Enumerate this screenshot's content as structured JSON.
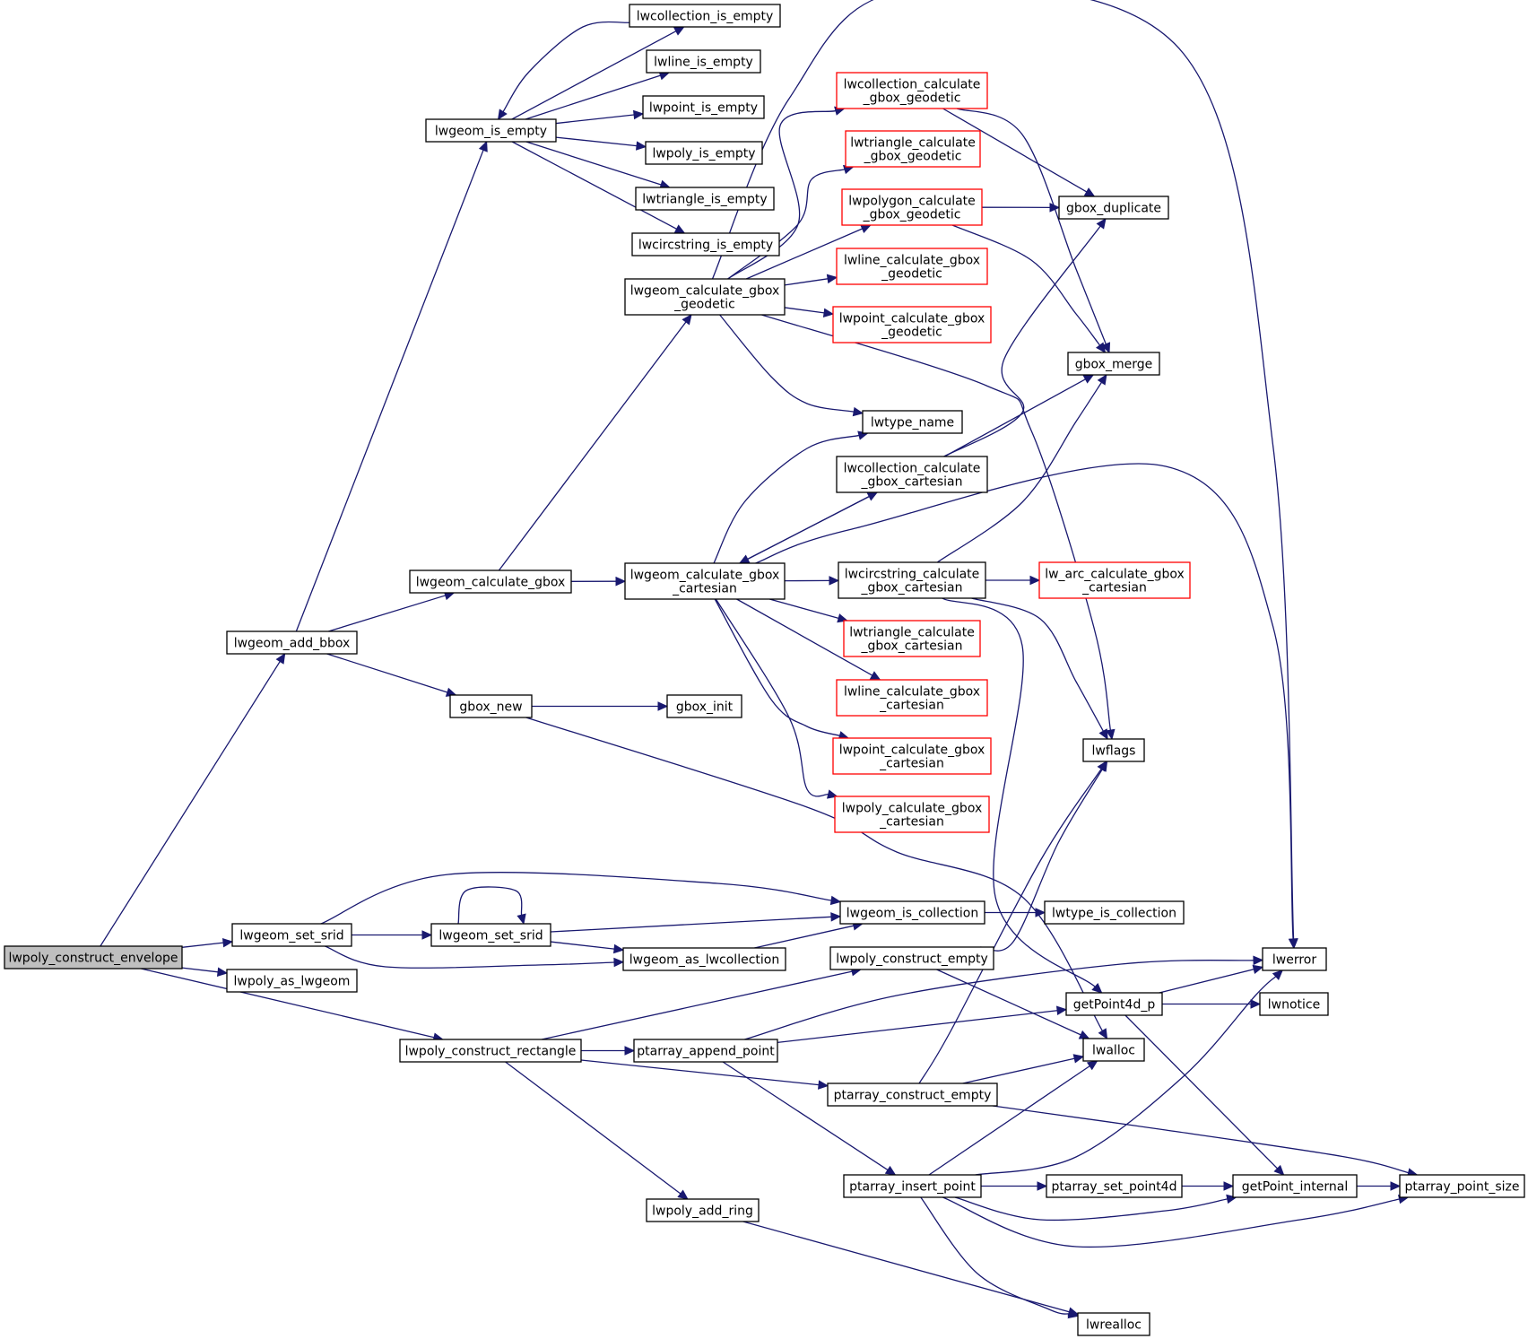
{
  "colors": {
    "edge": "#191970",
    "node_border": "#000000",
    "node_border_truncated": "#ff0000",
    "root_fill": "#bfbfbf"
  },
  "nodes": [
    {
      "id": "lwpoly_construct_envelope",
      "lines": [
        "lwpoly_construct_envelope"
      ],
      "style": "root"
    },
    {
      "id": "lwgeom_add_bbox",
      "lines": [
        "lwgeom_add_bbox"
      ]
    },
    {
      "id": "lwgeom_set_srid_a",
      "lines": [
        "lwgeom_set_srid"
      ]
    },
    {
      "id": "lwpoly_as_lwgeom",
      "lines": [
        "lwpoly_as_lwgeom"
      ]
    },
    {
      "id": "lwpoly_construct_rectangle",
      "lines": [
        "lwpoly_construct_rectangle"
      ]
    },
    {
      "id": "lwgeom_is_empty",
      "lines": [
        "lwgeom_is_empty"
      ]
    },
    {
      "id": "lwgeom_calculate_gbox",
      "lines": [
        "lwgeom_calculate_gbox"
      ]
    },
    {
      "id": "gbox_new",
      "lines": [
        "gbox_new"
      ]
    },
    {
      "id": "lwgeom_set_srid_b",
      "lines": [
        "lwgeom_set_srid"
      ]
    },
    {
      "id": "lwpoly_add_ring",
      "lines": [
        "lwpoly_add_ring"
      ]
    },
    {
      "id": "lwcollection_is_empty",
      "lines": [
        "lwcollection_is_empty"
      ]
    },
    {
      "id": "lwline_is_empty",
      "lines": [
        "lwline_is_empty"
      ]
    },
    {
      "id": "lwpoint_is_empty",
      "lines": [
        "lwpoint_is_empty"
      ]
    },
    {
      "id": "lwpoly_is_empty",
      "lines": [
        "lwpoly_is_empty"
      ]
    },
    {
      "id": "lwtriangle_is_empty",
      "lines": [
        "lwtriangle_is_empty"
      ]
    },
    {
      "id": "lwcircstring_is_empty",
      "lines": [
        "lwcircstring_is_empty"
      ]
    },
    {
      "id": "lwgeom_calculate_gbox_geodetic",
      "lines": [
        "lwgeom_calculate_gbox",
        "_geodetic"
      ]
    },
    {
      "id": "lwgeom_calculate_gbox_cartesian",
      "lines": [
        "lwgeom_calculate_gbox",
        "_cartesian"
      ]
    },
    {
      "id": "gbox_init",
      "lines": [
        "gbox_init"
      ]
    },
    {
      "id": "lwgeom_as_lwcollection",
      "lines": [
        "lwgeom_as_lwcollection"
      ]
    },
    {
      "id": "ptarray_append_point",
      "lines": [
        "ptarray_append_point"
      ]
    },
    {
      "id": "lwcollection_calculate_gbox_geodetic",
      "lines": [
        "lwcollection_calculate",
        "_gbox_geodetic"
      ],
      "style": "red"
    },
    {
      "id": "lwtriangle_calculate_gbox_geodetic",
      "lines": [
        "lwtriangle_calculate",
        "_gbox_geodetic"
      ],
      "style": "red"
    },
    {
      "id": "lwpolygon_calculate_gbox_geodetic",
      "lines": [
        "lwpolygon_calculate",
        "_gbox_geodetic"
      ],
      "style": "red"
    },
    {
      "id": "lwline_calculate_gbox_geodetic",
      "lines": [
        "lwline_calculate_gbox",
        "_geodetic"
      ],
      "style": "red"
    },
    {
      "id": "lwpoint_calculate_gbox_geodetic",
      "lines": [
        "lwpoint_calculate_gbox",
        "_geodetic"
      ],
      "style": "red"
    },
    {
      "id": "lwtype_name",
      "lines": [
        "lwtype_name"
      ]
    },
    {
      "id": "lwcollection_calculate_gbox_cartesian",
      "lines": [
        "lwcollection_calculate",
        "_gbox_cartesian"
      ]
    },
    {
      "id": "lwcircstring_calculate_gbox_cartesian",
      "lines": [
        "lwcircstring_calculate",
        "_gbox_cartesian"
      ]
    },
    {
      "id": "lwtriangle_calculate_gbox_cartesian",
      "lines": [
        "lwtriangle_calculate",
        "_gbox_cartesian"
      ],
      "style": "red"
    },
    {
      "id": "lwline_calculate_gbox_cartesian",
      "lines": [
        "lwline_calculate_gbox",
        "_cartesian"
      ],
      "style": "red"
    },
    {
      "id": "lwpoint_calculate_gbox_cartesian",
      "lines": [
        "lwpoint_calculate_gbox",
        "_cartesian"
      ],
      "style": "red"
    },
    {
      "id": "lwpoly_calculate_gbox_cartesian",
      "lines": [
        "lwpoly_calculate_gbox",
        "_cartesian"
      ],
      "style": "red"
    },
    {
      "id": "lwgeom_is_collection",
      "lines": [
        "lwgeom_is_collection"
      ]
    },
    {
      "id": "lwpoly_construct_empty",
      "lines": [
        "lwpoly_construct_empty"
      ]
    },
    {
      "id": "ptarray_construct_empty",
      "lines": [
        "ptarray_construct_empty"
      ]
    },
    {
      "id": "ptarray_insert_point",
      "lines": [
        "ptarray_insert_point"
      ]
    },
    {
      "id": "gbox_duplicate",
      "lines": [
        "gbox_duplicate"
      ]
    },
    {
      "id": "gbox_merge",
      "lines": [
        "gbox_merge"
      ]
    },
    {
      "id": "lw_arc_calculate_gbox_cartesian",
      "lines": [
        "lw_arc_calculate_gbox",
        "_cartesian"
      ],
      "style": "red"
    },
    {
      "id": "lwflags",
      "lines": [
        "lwflags"
      ]
    },
    {
      "id": "lwtype_is_collection",
      "lines": [
        "lwtype_is_collection"
      ]
    },
    {
      "id": "getPoint4d_p",
      "lines": [
        "getPoint4d_p"
      ]
    },
    {
      "id": "lwalloc",
      "lines": [
        "lwalloc"
      ]
    },
    {
      "id": "ptarray_set_point4d",
      "lines": [
        "ptarray_set_point4d"
      ]
    },
    {
      "id": "lwrealloc",
      "lines": [
        "lwrealloc"
      ]
    },
    {
      "id": "lwerror",
      "lines": [
        "lwerror"
      ]
    },
    {
      "id": "lwnotice",
      "lines": [
        "lwnotice"
      ]
    },
    {
      "id": "getPoint_internal",
      "lines": [
        "getPoint_internal"
      ]
    },
    {
      "id": "ptarray_point_size",
      "lines": [
        "ptarray_point_size"
      ]
    }
  ],
  "edges": [
    [
      "lwpoly_construct_envelope",
      "lwgeom_add_bbox"
    ],
    [
      "lwpoly_construct_envelope",
      "lwgeom_set_srid_a"
    ],
    [
      "lwpoly_construct_envelope",
      "lwpoly_as_lwgeom"
    ],
    [
      "lwpoly_construct_envelope",
      "lwpoly_construct_rectangle"
    ],
    [
      "lwgeom_add_bbox",
      "lwgeom_is_empty"
    ],
    [
      "lwgeom_add_bbox",
      "lwgeom_calculate_gbox"
    ],
    [
      "lwgeom_add_bbox",
      "gbox_new"
    ],
    [
      "lwgeom_is_empty",
      "lwcollection_is_empty"
    ],
    [
      "lwgeom_is_empty",
      "lwline_is_empty"
    ],
    [
      "lwgeom_is_empty",
      "lwpoint_is_empty"
    ],
    [
      "lwgeom_is_empty",
      "lwpoly_is_empty"
    ],
    [
      "lwgeom_is_empty",
      "lwtriangle_is_empty"
    ],
    [
      "lwgeom_is_empty",
      "lwcircstring_is_empty"
    ],
    [
      "lwcollection_is_empty",
      "lwgeom_is_empty"
    ],
    [
      "lwgeom_calculate_gbox",
      "lwgeom_calculate_gbox_geodetic"
    ],
    [
      "lwgeom_calculate_gbox",
      "lwgeom_calculate_gbox_cartesian"
    ],
    [
      "gbox_new",
      "gbox_init"
    ],
    [
      "gbox_new",
      "lwalloc"
    ],
    [
      "lwgeom_set_srid_a",
      "lwgeom_set_srid_b"
    ],
    [
      "lwgeom_set_srid_a",
      "lwgeom_is_collection"
    ],
    [
      "lwgeom_set_srid_a",
      "lwgeom_as_lwcollection"
    ],
    [
      "lwgeom_set_srid_b",
      "lwgeom_set_srid_b"
    ],
    [
      "lwgeom_set_srid_b",
      "lwgeom_is_collection"
    ],
    [
      "lwgeom_set_srid_b",
      "lwgeom_as_lwcollection"
    ],
    [
      "lwgeom_as_lwcollection",
      "lwgeom_is_collection"
    ],
    [
      "lwpoly_construct_rectangle",
      "lwpoly_construct_empty"
    ],
    [
      "lwpoly_construct_rectangle",
      "ptarray_append_point"
    ],
    [
      "lwpoly_construct_rectangle",
      "ptarray_construct_empty"
    ],
    [
      "lwpoly_construct_rectangle",
      "lwpoly_add_ring"
    ],
    [
      "lwgeom_calculate_gbox_geodetic",
      "lwcollection_calculate_gbox_geodetic"
    ],
    [
      "lwgeom_calculate_gbox_geodetic",
      "lwtriangle_calculate_gbox_geodetic"
    ],
    [
      "lwgeom_calculate_gbox_geodetic",
      "lwpolygon_calculate_gbox_geodetic"
    ],
    [
      "lwgeom_calculate_gbox_geodetic",
      "lwline_calculate_gbox_geodetic"
    ],
    [
      "lwgeom_calculate_gbox_geodetic",
      "lwpoint_calculate_gbox_geodetic"
    ],
    [
      "lwgeom_calculate_gbox_geodetic",
      "lwtype_name"
    ],
    [
      "lwgeom_calculate_gbox_geodetic",
      "lwerror"
    ],
    [
      "lwgeom_calculate_gbox_geodetic",
      "lwflags"
    ],
    [
      "lwgeom_calculate_gbox_cartesian",
      "lwtype_name"
    ],
    [
      "lwgeom_calculate_gbox_cartesian",
      "lwcollection_calculate_gbox_cartesian"
    ],
    [
      "lwgeom_calculate_gbox_cartesian",
      "lwcircstring_calculate_gbox_cartesian"
    ],
    [
      "lwgeom_calculate_gbox_cartesian",
      "lwtriangle_calculate_gbox_cartesian"
    ],
    [
      "lwgeom_calculate_gbox_cartesian",
      "lwline_calculate_gbox_cartesian"
    ],
    [
      "lwgeom_calculate_gbox_cartesian",
      "lwpoint_calculate_gbox_cartesian"
    ],
    [
      "lwgeom_calculate_gbox_cartesian",
      "lwpoly_calculate_gbox_cartesian"
    ],
    [
      "lwgeom_calculate_gbox_cartesian",
      "lwerror"
    ],
    [
      "lwcollection_calculate_gbox_cartesian",
      "lwgeom_calculate_gbox_cartesian"
    ],
    [
      "lwcollection_calculate_gbox_cartesian",
      "gbox_duplicate"
    ],
    [
      "lwcollection_calculate_gbox_cartesian",
      "gbox_merge"
    ],
    [
      "lwcollection_calculate_gbox_geodetic",
      "gbox_duplicate"
    ],
    [
      "lwcollection_calculate_gbox_geodetic",
      "gbox_merge"
    ],
    [
      "lwpolygon_calculate_gbox_geodetic",
      "gbox_duplicate"
    ],
    [
      "lwpolygon_calculate_gbox_geodetic",
      "gbox_merge"
    ],
    [
      "lwcircstring_calculate_gbox_cartesian",
      "lw_arc_calculate_gbox_cartesian"
    ],
    [
      "lwcircstring_calculate_gbox_cartesian",
      "gbox_merge"
    ],
    [
      "lwcircstring_calculate_gbox_cartesian",
      "lwflags"
    ],
    [
      "lwcircstring_calculate_gbox_cartesian",
      "getPoint4d_p"
    ],
    [
      "lwgeom_is_collection",
      "lwtype_is_collection"
    ],
    [
      "lwpoly_construct_empty",
      "lwflags"
    ],
    [
      "lwpoly_construct_empty",
      "lwalloc"
    ],
    [
      "ptarray_append_point",
      "lwerror"
    ],
    [
      "ptarray_append_point",
      "getPoint4d_p"
    ],
    [
      "ptarray_append_point",
      "ptarray_insert_point"
    ],
    [
      "ptarray_construct_empty",
      "lwalloc"
    ],
    [
      "ptarray_construct_empty",
      "lwflags"
    ],
    [
      "ptarray_construct_empty",
      "ptarray_point_size"
    ],
    [
      "ptarray_insert_point",
      "lwerror"
    ],
    [
      "ptarray_insert_point",
      "lwalloc"
    ],
    [
      "ptarray_insert_point",
      "ptarray_set_point4d"
    ],
    [
      "ptarray_insert_point",
      "getPoint_internal"
    ],
    [
      "ptarray_insert_point",
      "ptarray_point_size"
    ],
    [
      "ptarray_insert_point",
      "lwrealloc"
    ],
    [
      "lwpoly_add_ring",
      "lwrealloc"
    ],
    [
      "getPoint4d_p",
      "lwerror"
    ],
    [
      "getPoint4d_p",
      "lwnotice"
    ],
    [
      "getPoint4d_p",
      "getPoint_internal"
    ],
    [
      "ptarray_set_point4d",
      "getPoint_internal"
    ],
    [
      "getPoint_internal",
      "ptarray_point_size"
    ]
  ]
}
